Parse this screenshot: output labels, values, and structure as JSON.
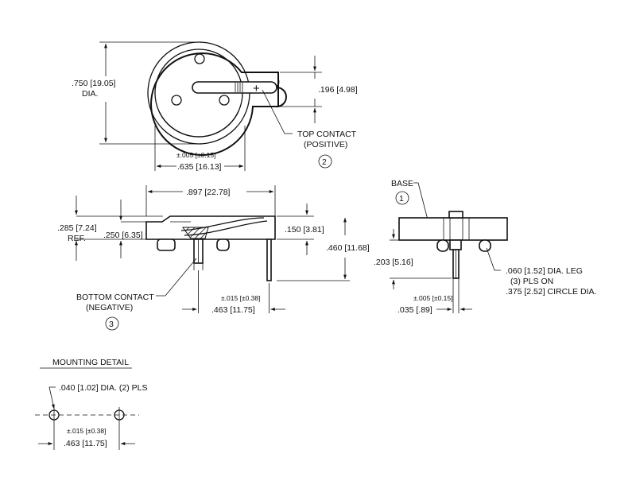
{
  "top_view": {
    "dia_dim": ".750 [19.05]",
    "dia_word": "DIA.",
    "tab_dim": ".196 [4.98]",
    "pos_mark": "+",
    "width_tol": "±.005 [±0.15]",
    "width_dim": ".635 [16.13]",
    "top_contact_line1": "TOP CONTACT",
    "top_contact_line2": "(POSITIVE)",
    "top_contact_num": "2"
  },
  "side_view": {
    "length_dim": ".897 [22.78]",
    "ref_height_dim": ".285 [7.24]",
    "ref_word": "REF.",
    "body_height_dim": ".250 [6.35]",
    "contact_height_dim": ".150 [3.81]",
    "total_height_dim": ".460 [11.68]",
    "bottom_contact_line1": "BOTTOM CONTACT",
    "bottom_contact_line2": "(NEGATIVE)",
    "bottom_contact_num": "3",
    "pin_spacing_tol": "±.015 [±0.38]",
    "pin_spacing_dim": ".463 [11.75]"
  },
  "end_view": {
    "base_label": "BASE",
    "base_num": "1",
    "leg_height_dim": ".203 [5.16]",
    "leg_width_tol": "±.005 [±0.15]",
    "leg_width_dim": ".035 [.89]",
    "leg_note_line1": ".060 [1.52] DIA. LEG",
    "leg_note_line2": "(3) PLS ON",
    "leg_note_line3": ".375 [2.52] CIRCLE DIA."
  },
  "mounting_detail": {
    "title": "MOUNTING DETAIL",
    "hole_note": ".040 [1.02] DIA. (2) PLS",
    "spacing_tol": "±.015 [±0.38]",
    "spacing_dim": ".463 [11.75]"
  }
}
